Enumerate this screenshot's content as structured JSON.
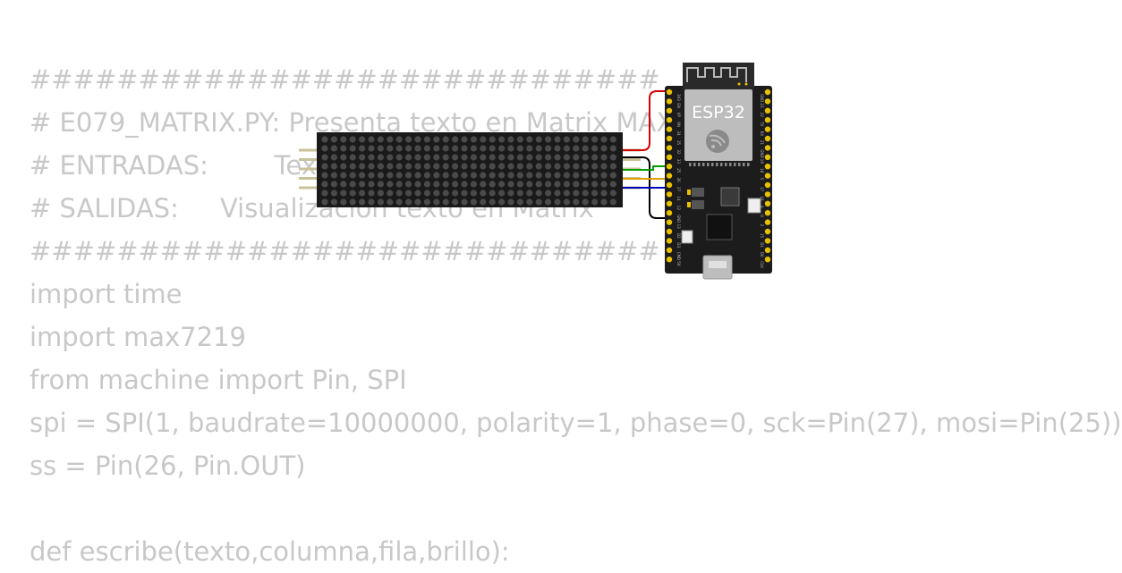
{
  "code": {
    "lines": [
      "#############################",
      "# E079_MATRIX.PY: Presenta texto en Matrix MAX7219",
      "# ENTRADAS:        Texto",
      "# SALIDAS:     Visualización texto en Matrix",
      "#############################",
      "import time",
      "import max7219",
      "from machine import Pin, SPI",
      "spi = SPI(1, baudrate=10000000, polarity=1, phase=0, sck=Pin(27), mosi=Pin(25))",
      "ss = Pin(26, Pin.OUT)",
      "",
      "def escribe(texto,columna,fila,brillo):"
    ]
  },
  "circuit": {
    "board_label": "ESP32",
    "matrix": {
      "modules": 4,
      "rows": 8,
      "cols_per_module": 8
    },
    "colors": {
      "matrix_bg": "#1a1a1a",
      "led_off": "#4a4a4a",
      "board_bg": "#1c1c1c",
      "shield": "#bdbdbd",
      "wire_vcc": "#d40000",
      "wire_gnd": "#000000",
      "wire_din": "#00a000",
      "wire_cs": "#e0a000",
      "wire_clk": "#0000c0",
      "pin_gold": "#e8c000"
    },
    "pin_labels_left": [
      "3V3",
      "EN",
      "VP",
      "VN",
      "34",
      "35",
      "32",
      "33",
      "25",
      "26",
      "27",
      "14",
      "12",
      "GND",
      "13",
      "D2",
      "D3",
      "CMD",
      "5V"
    ],
    "pin_labels_right": [
      "GND",
      "23",
      "22",
      "TX",
      "RX",
      "21",
      "GND",
      "19",
      "18",
      "5",
      "17",
      "16",
      "4",
      "0",
      "2",
      "15",
      "D1",
      "D0",
      "CLK"
    ]
  }
}
